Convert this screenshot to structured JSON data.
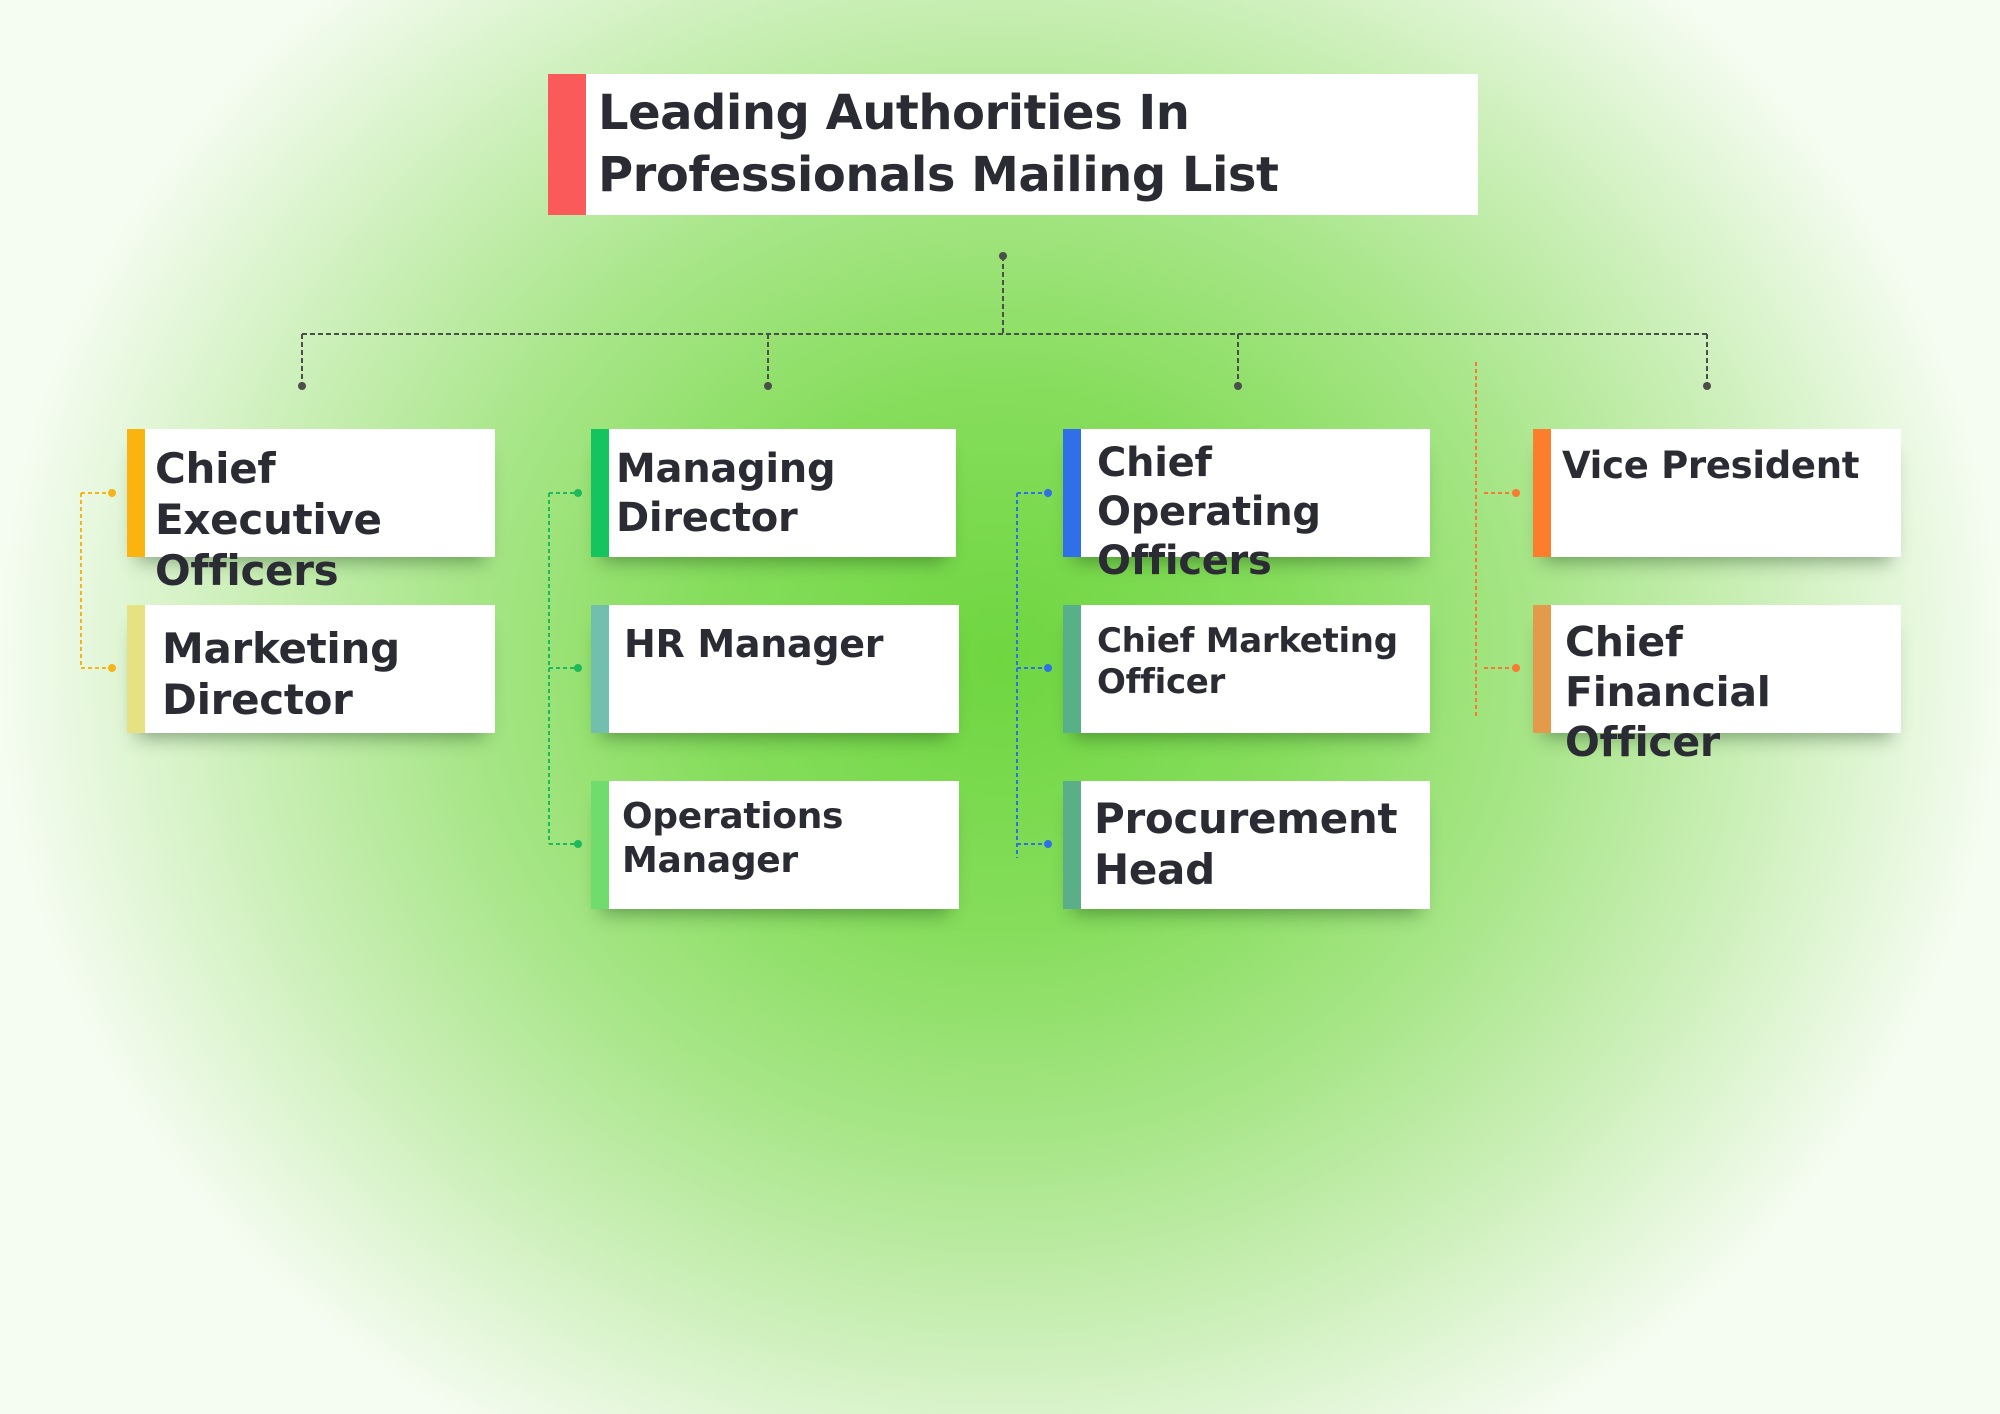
{
  "title": "Leading Authorities In Professionals Mailing List",
  "columns": [
    {
      "accent": "#fbb40f",
      "items": [
        {
          "label": "Chief Executive Officers",
          "color": "#fbb40f"
        },
        {
          "label": "Marketing Director",
          "color": "#e6e282"
        }
      ]
    },
    {
      "accent": "#1dc463",
      "items": [
        {
          "label": "Managing Director",
          "color": "#14c45e"
        },
        {
          "label": "HR Manager",
          "color": "#72bfad"
        },
        {
          "label": "Operations Manager",
          "color": "#6fdc6d"
        }
      ]
    },
    {
      "accent": "#2f6fe8",
      "items": [
        {
          "label": "Chief Operating Officers",
          "color": "#2f6fe8"
        },
        {
          "label": "Chief Marketing Officer",
          "color": "#57b087"
        },
        {
          "label": "Procurement Head",
          "color": "#5aae88"
        }
      ]
    },
    {
      "accent": "#f77b30",
      "items": [
        {
          "label": "Vice President",
          "color": "#fc7d2c"
        },
        {
          "label": "Chief Financial Officer",
          "color": "#e39a4a"
        }
      ]
    }
  ],
  "title_accent": "#fa5a5a",
  "line_color": "#4a4f4a"
}
